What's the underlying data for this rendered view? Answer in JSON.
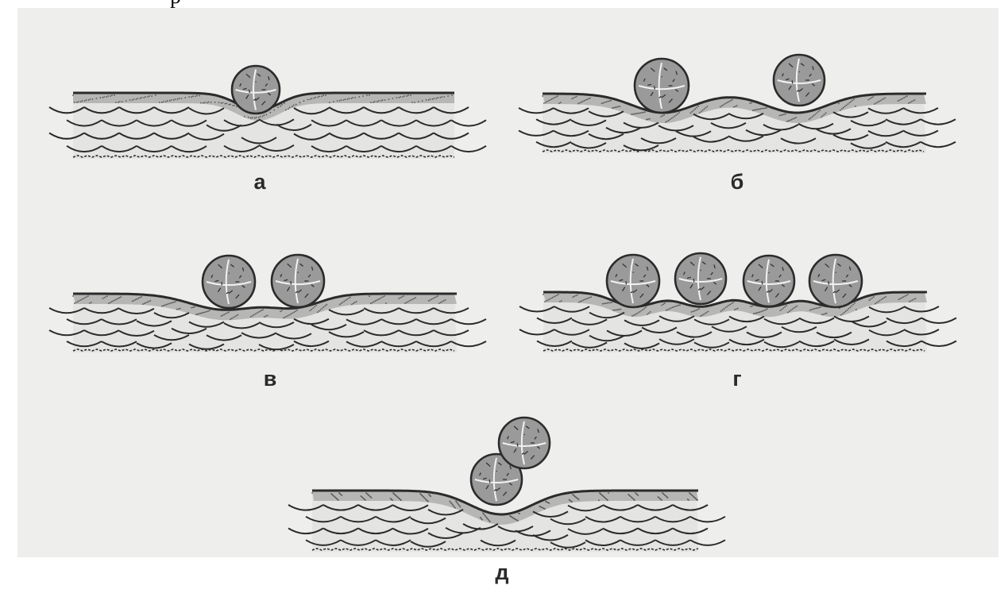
{
  "top_text": "р",
  "panels": [
    {
      "id": "a",
      "label": "а",
      "cells": 1
    },
    {
      "id": "b",
      "label": "б",
      "cells": 2
    },
    {
      "id": "v",
      "label": "в",
      "cells": 2
    },
    {
      "id": "g",
      "label": "г",
      "cells": 4
    },
    {
      "id": "d",
      "label": "д",
      "cells": 2
    }
  ],
  "colors": {
    "background": "#eeeeec",
    "ink": "#2b2b2b",
    "cell_fill": "#9a9a9a",
    "stripe_fill": "#8f8f8f"
  }
}
